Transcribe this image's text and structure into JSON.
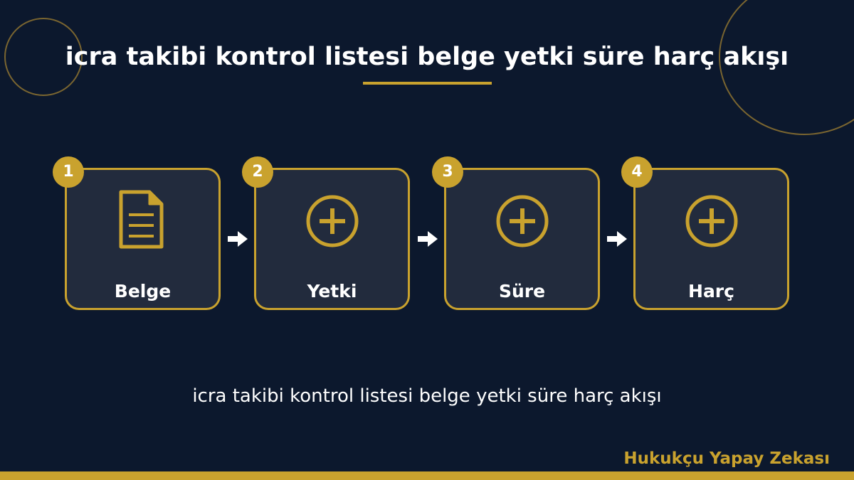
{
  "title": "icra takibi kontrol listesi belge yetki süre harç akışı",
  "caption": "icra takibi kontrol listesi belge yetki süre harç akışı",
  "brand": "Hukukçu Yapay Zekası",
  "colors": {
    "background": "#0c182d",
    "accent": "#c9a22e",
    "card_fill": "#222b3d",
    "text": "#ffffff"
  },
  "steps": [
    {
      "number": "1",
      "label": "Belge",
      "icon": "document-icon"
    },
    {
      "number": "2",
      "label": "Yetki",
      "icon": "plus-circle-icon"
    },
    {
      "number": "3",
      "label": "Süre",
      "icon": "plus-circle-icon"
    },
    {
      "number": "4",
      "label": "Harç",
      "icon": "plus-circle-icon"
    }
  ]
}
